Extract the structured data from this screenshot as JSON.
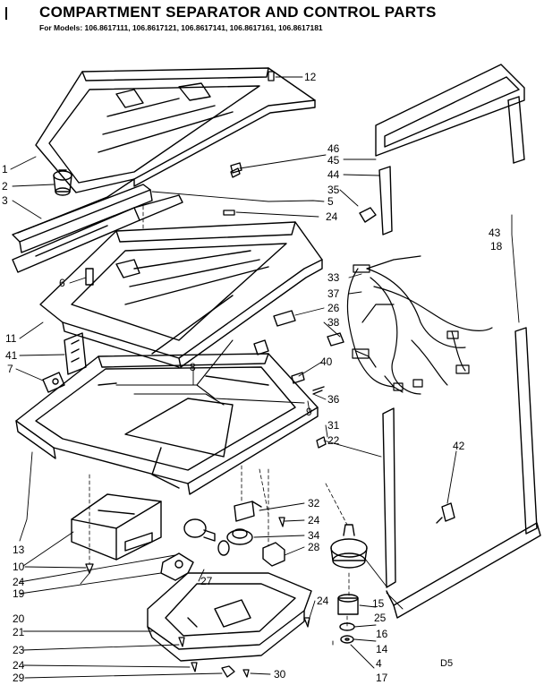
{
  "title": "COMPARTMENT SEPARATOR AND CONTROL PARTS",
  "models_line": "For Models: 106.8617111, 106.8617121, 106.8617141, 106.8617161, 106.8617181",
  "page_code": "D5",
  "callouts": {
    "c12": "12",
    "c46": "46",
    "c45": "45",
    "c44": "44",
    "c35": "35",
    "c5": "5",
    "c24a": "24",
    "c1": "1",
    "c2": "2",
    "c3": "3",
    "c6": "6",
    "c43": "43",
    "c18": "18",
    "c33": "33",
    "c37": "37",
    "c26": "26",
    "c38": "38",
    "c11": "11",
    "c41": "41",
    "c8": "8",
    "c7": "7",
    "c40": "40",
    "c36": "36",
    "c9": "9",
    "c31": "31",
    "c22": "22",
    "c42": "42",
    "c13": "13",
    "c32": "32",
    "c24b": "24",
    "c34": "34",
    "c28": "28",
    "c10": "10",
    "c24c": "24",
    "c19": "19",
    "c27": "27",
    "c20": "20",
    "c15": "15",
    "c25": "25",
    "c24d": "24",
    "c16": "16",
    "c21": "21",
    "c14": "14",
    "c23": "23",
    "c4": "4",
    "c24e": "24",
    "c30": "30",
    "c29": "29",
    "c17": "17"
  }
}
